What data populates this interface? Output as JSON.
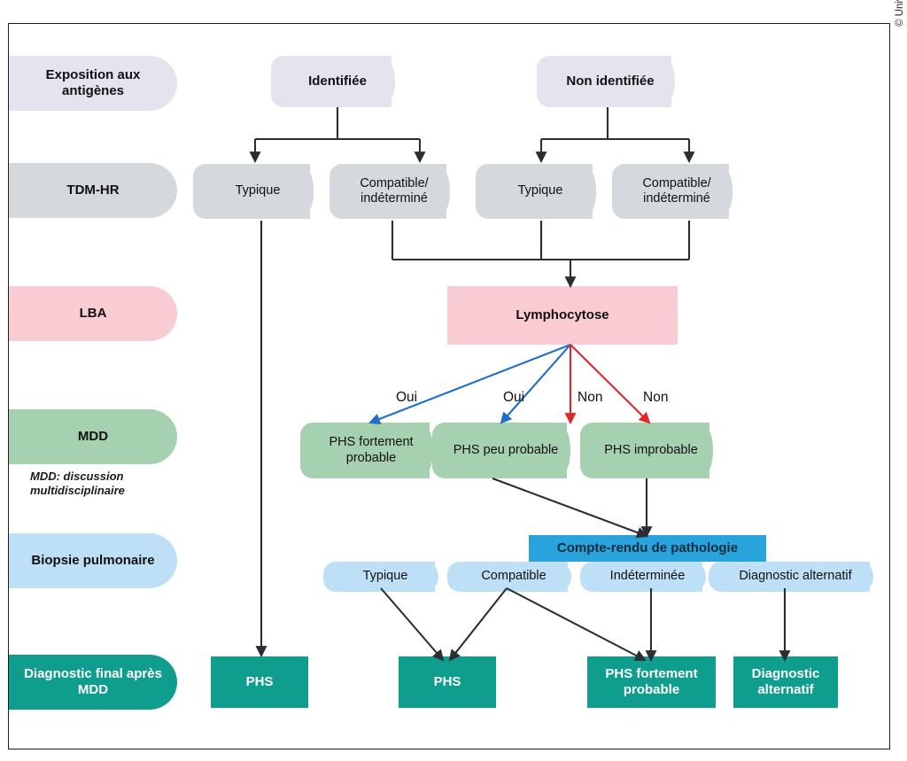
{
  "figure": {
    "copyright": "© Universimed",
    "footnote": "MDD: discussion multidisciplinaire"
  },
  "colors": {
    "lavender": "#e4e4ef",
    "grey": "#d5d9de",
    "pink": "#f9ccd4",
    "green": "#a6d1b0",
    "light_blue": "#bee0f7",
    "bright_blue": "#29a3dc",
    "teal": "#0f9d8d",
    "arrow_dark": "#2b2f33",
    "arrow_blue": "#1f6fc4",
    "arrow_red": "#e0262b"
  },
  "row_labels": [
    {
      "id": "exposition",
      "text": "Exposition aux antigènes"
    },
    {
      "id": "tdmhr",
      "text": "TDM-HR"
    },
    {
      "id": "lba",
      "text": "LBA"
    },
    {
      "id": "mdd",
      "text": "MDD"
    },
    {
      "id": "biopsie",
      "text": "Biopsie pulmonaire"
    },
    {
      "id": "final",
      "text": "Diagnostic final après MDD"
    }
  ],
  "exposition": {
    "identifiee": "Identifiée",
    "non_identifiee": "Non identifiée"
  },
  "tdmhr": {
    "left_typique": "Typique",
    "left_compatible": "Compatible/ indéterminé",
    "right_typique": "Typique",
    "right_compatible": "Compatible/ indéterminé"
  },
  "lba": {
    "lymphocytose": "Lymphocytose"
  },
  "branch_labels": {
    "oui_1": "Oui",
    "oui_2": "Oui",
    "non_1": "Non",
    "non_2": "Non"
  },
  "mdd": {
    "fortement_probable": "PHS fortement probable",
    "peu_probable": "PHS peu probable",
    "improbable": "PHS improbable"
  },
  "pathology": {
    "header": "Compte-rendu de pathologie",
    "results": [
      {
        "id": "typique",
        "text": "Typique"
      },
      {
        "id": "compatible",
        "text": "Compatible"
      },
      {
        "id": "indeterminee",
        "text": "Indéterminée"
      },
      {
        "id": "alternatif",
        "text": "Diagnostic alternatif"
      }
    ]
  },
  "final_diagnosis": [
    {
      "id": "phs-1",
      "text": "PHS"
    },
    {
      "id": "phs-2",
      "text": "PHS"
    },
    {
      "id": "phs-fort",
      "text": "PHS fortement probable"
    },
    {
      "id": "alternatif",
      "text": "Diagnostic alternatif"
    }
  ]
}
